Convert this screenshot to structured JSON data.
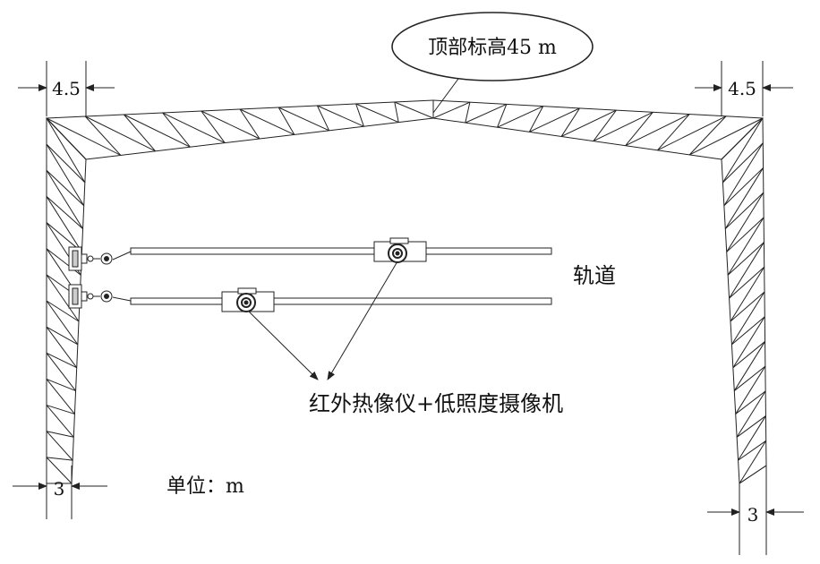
{
  "labels": {
    "roof_elevation": "顶部标高45 m",
    "track": "轨道",
    "camera": "红外热像仪+低照度摄像机",
    "unit": "单位：m"
  },
  "dimensions": {
    "top_left": "4.5",
    "top_right": "4.5",
    "bottom_left": "3",
    "bottom_right": "3"
  },
  "colors": {
    "line": "#222222",
    "text": "#111111",
    "background": "#ffffff"
  }
}
